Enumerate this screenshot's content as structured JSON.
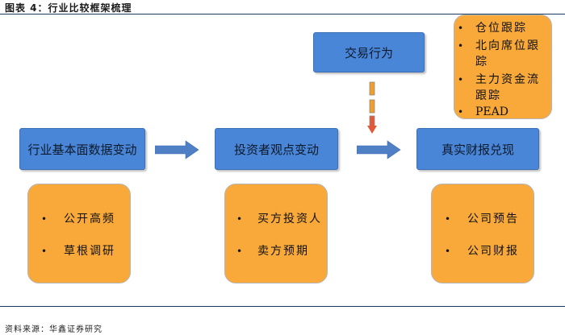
{
  "figure_title": "图表 4：行业比较框架梳理",
  "source_note": "资料来源：华鑫证券研究",
  "nodes": {
    "fundamentals": "行业基本面数据变动",
    "views": "投资者观点变动",
    "realization": "真实财报兑现",
    "trading": "交易行为"
  },
  "bullets": {
    "fundamentals": [
      "公开高频",
      "草根调研"
    ],
    "views": [
      "买方投资人",
      "卖方预期"
    ],
    "realization": [
      "公司预告",
      "公司财报"
    ],
    "trading": [
      "仓位跟踪",
      "北向席位跟踪",
      "主力资金流跟踪",
      "PEAD"
    ]
  },
  "bullet_symbol": "•",
  "colors": {
    "node_blue": "#4a86d8",
    "box_orange": "#f8a93a",
    "arrow_blue": "#4f7fc4",
    "arrow_orange": "#f0a02a",
    "arrow_red": "#e05a3a"
  }
}
